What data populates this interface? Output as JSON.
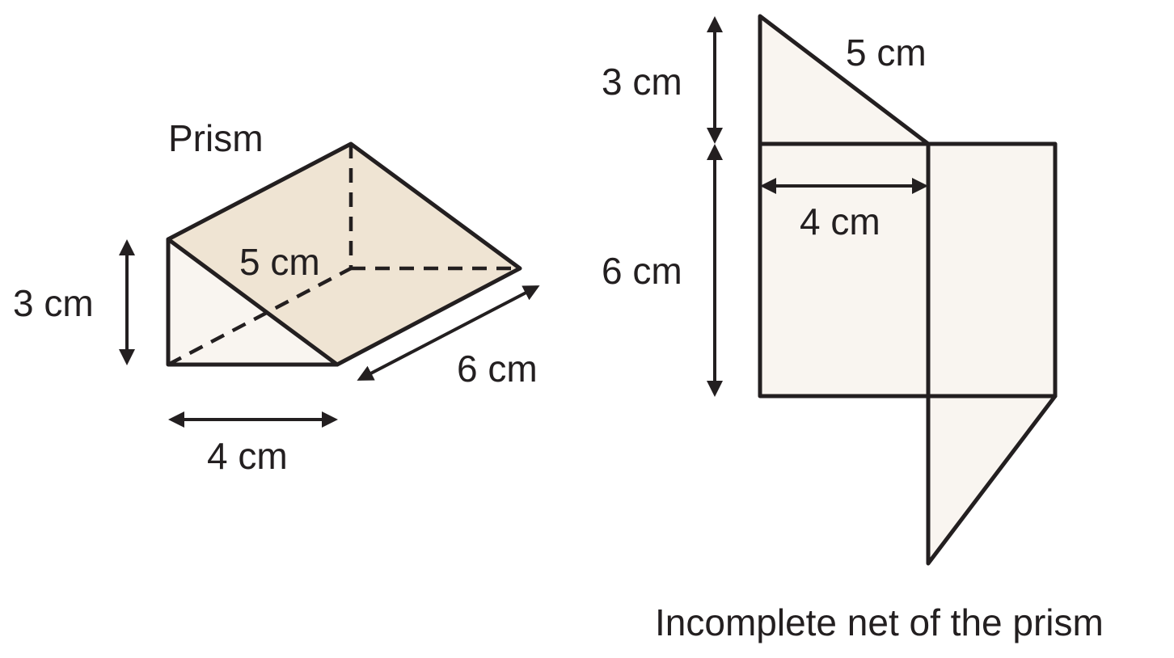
{
  "colors": {
    "stroke": "#231f20",
    "face_light": "#f9f5f0",
    "face_top": "#efe4d3",
    "background": "#ffffff"
  },
  "prism": {
    "title": "Prism",
    "height_label": "3 cm",
    "width_label": "4 cm",
    "slant_label": "5 cm",
    "length_label": "6 cm"
  },
  "net": {
    "caption": "Incomplete net of the prism",
    "triangle_height_label": "3 cm",
    "hypotenuse_label": "5 cm",
    "width_label": "4 cm",
    "length_label": "6 cm"
  }
}
